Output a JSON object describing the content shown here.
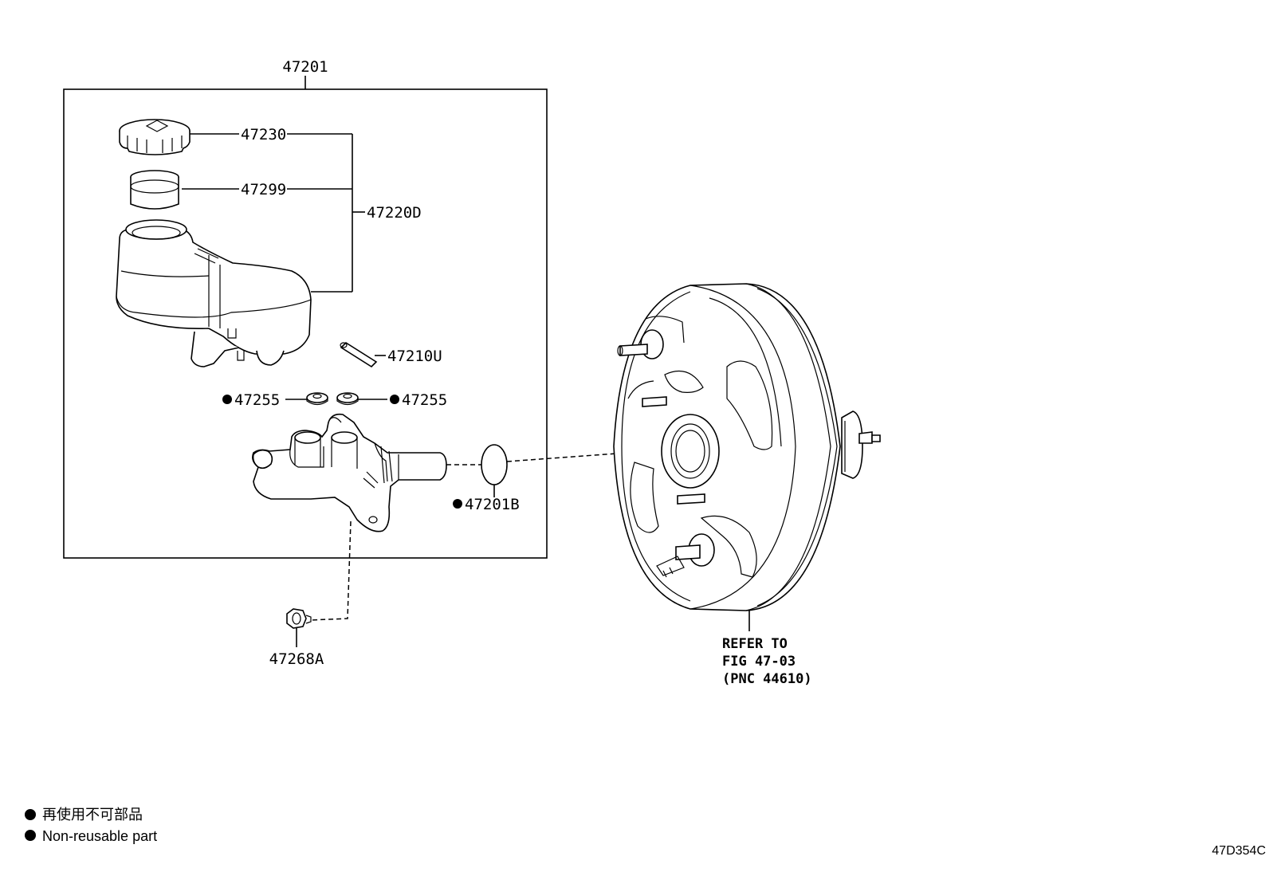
{
  "callouts": {
    "master_cylinder_assy": "47201",
    "reservoir_cap": "47230",
    "strainer": "47299",
    "reservoir_sub_assy": "47220D",
    "pin": "47210U",
    "grommet_left": "47255",
    "grommet_right": "47255",
    "o_ring": "47201B",
    "nut": "47268A"
  },
  "refer_note": {
    "line1": "REFER TO",
    "line2": "FIG 47-03",
    "line3": "(PNC 44610)"
  },
  "legend": {
    "japanese": "再使用不可部品",
    "english": "Non-reusable part"
  },
  "figure_id": "47D354C"
}
